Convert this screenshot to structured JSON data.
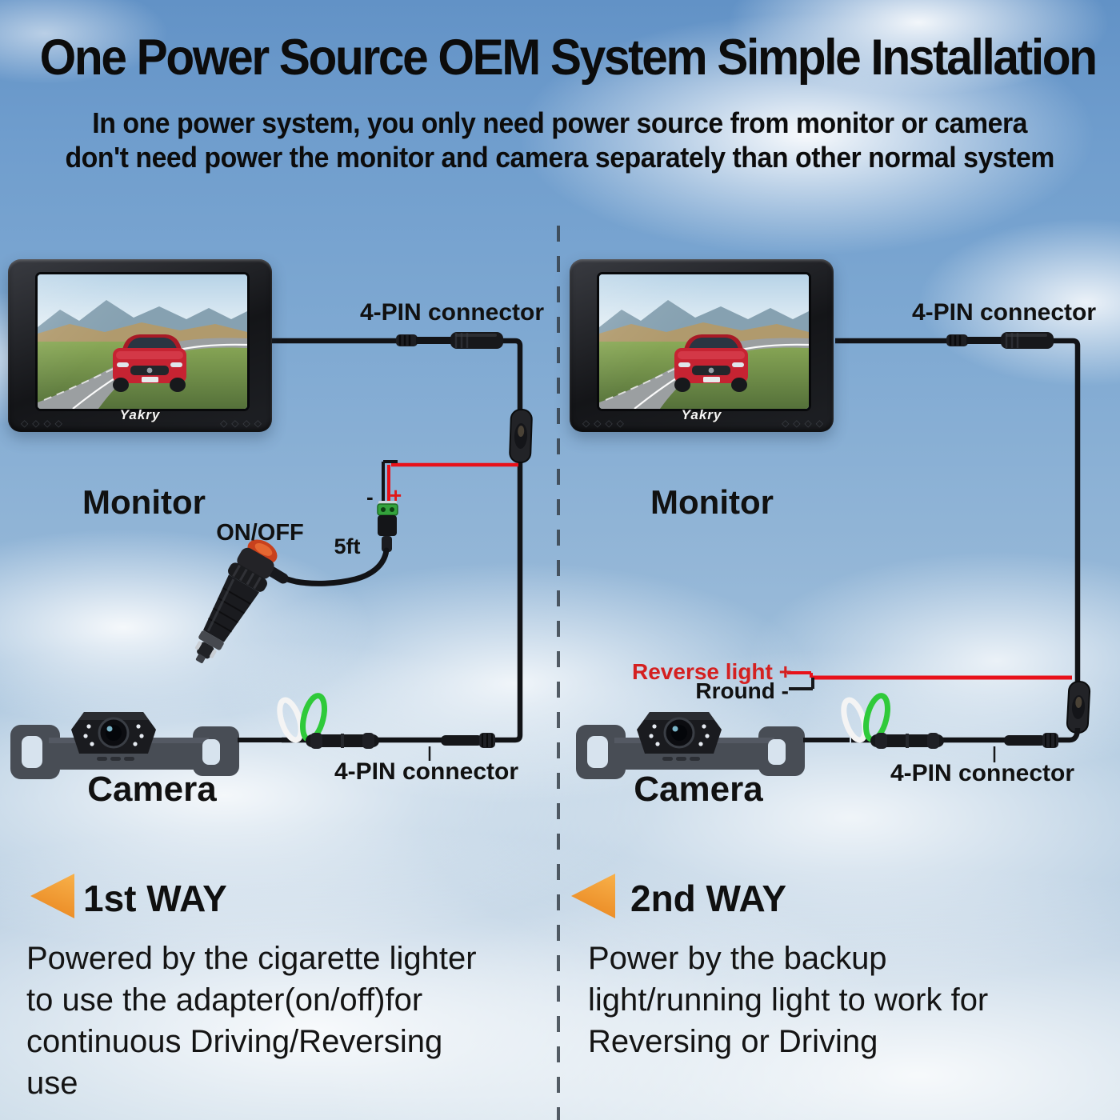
{
  "title": "One Power Source OEM System Simple Installation",
  "subtitle": [
    "In one power system, you only need power source from monitor or camera",
    "don't need power the monitor and camera separately than other normal system"
  ],
  "left_column": {
    "monitor_label": "Monitor",
    "brand": "Yakry",
    "top_connector_label": "4-PIN connector",
    "switch_label": "ON/OFF",
    "cable_length_label": "5ft",
    "terminal_minus": "-",
    "terminal_plus": "+",
    "camera_label": "Camera",
    "bottom_connector_label": "4-PIN connector",
    "way_heading": "1st WAY",
    "way_description": [
      "Powered by the cigarette lighter",
      "to use the adapter(on/off)for",
      "continuous Driving/Reversing",
      "use"
    ]
  },
  "right_column": {
    "monitor_label": "Monitor",
    "brand": "Yakry",
    "top_connector_label": "4-PIN connector",
    "reverse_light_label": "Reverse light +",
    "ground_label": "Rround -",
    "camera_label": "Camera",
    "bottom_connector_label": "4-PIN connector",
    "way_heading": "2nd WAY",
    "way_description": [
      "Power by the backup",
      "light/running light to work for",
      "Reversing or Driving"
    ]
  },
  "colors": {
    "accent_orange": "#f0952e",
    "wire_red": "#e8111a",
    "label_red": "#d42020",
    "cable_black": "#121316",
    "divider_gray": "#323b44"
  }
}
